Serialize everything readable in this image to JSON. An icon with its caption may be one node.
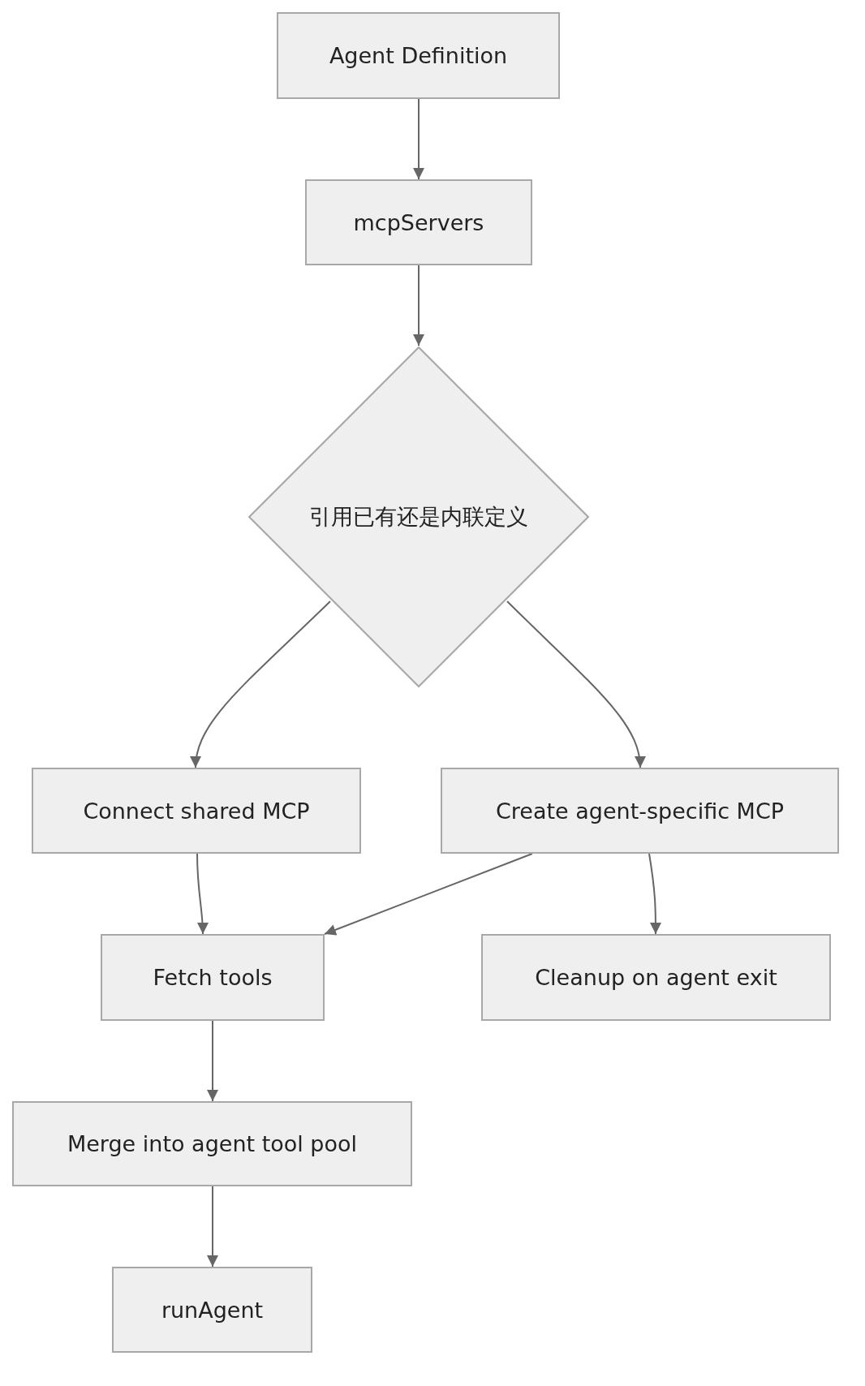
{
  "diagram": {
    "nodes": [
      {
        "text": [
          "Agent Definition"
        ]
      },
      {
        "text": [
          "mcpServers"
        ]
      },
      {
        "text": [
          "引用已有还是内联定义"
        ]
      },
      {
        "text": [
          "Connect shared MCP"
        ]
      },
      {
        "text": [
          "Create agent-specific MCP"
        ]
      },
      {
        "text": [
          "Fetch tools"
        ]
      },
      {
        "text": [
          "Cleanup on agent exit"
        ]
      },
      {
        "text": [
          "Merge into agent tool pool"
        ]
      },
      {
        "text": [
          "runAgent"
        ]
      }
    ],
    "edges": [
      {
        "from": 0,
        "to": 1,
        "arrow": "to"
      },
      {
        "from": 1,
        "to": 2,
        "arrow": "to"
      },
      {
        "from": 2,
        "to": 3,
        "arrow": "to"
      },
      {
        "from": 2,
        "to": 4,
        "arrow": "to"
      },
      {
        "from": 3,
        "to": 5,
        "arrow": "to"
      },
      {
        "from": 4,
        "to": 5,
        "arrow": "to"
      },
      {
        "from": 4,
        "to": 6,
        "arrow": "to"
      },
      {
        "from": 5,
        "to": 7,
        "arrow": "to"
      },
      {
        "from": 7,
        "to": 8,
        "arrow": "to"
      }
    ]
  }
}
